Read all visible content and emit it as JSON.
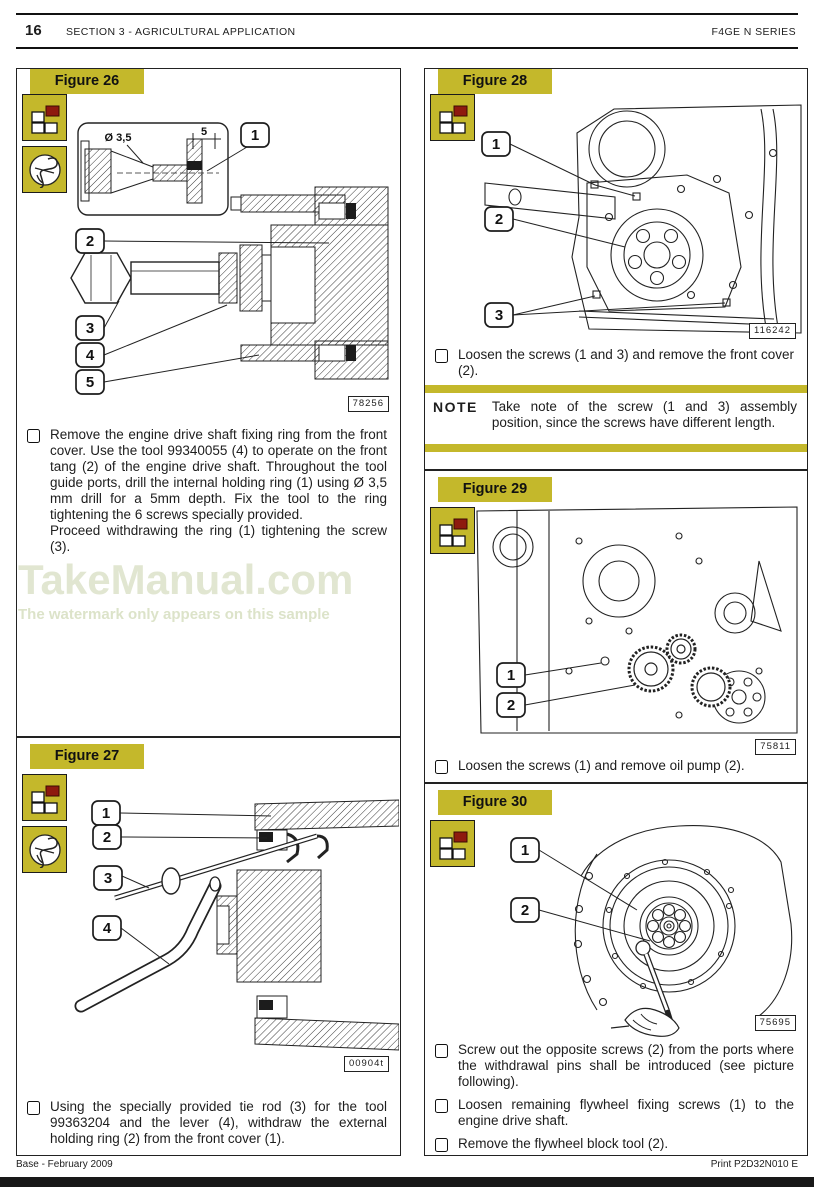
{
  "header": {
    "page_number": "16",
    "section_title": "SECTION 3 - AGRICULTURAL APPLICATION",
    "series_title": "F4GE N SERIES"
  },
  "watermark": {
    "title": "TakeManual.com",
    "subtitle": "The watermark only appears on this sample"
  },
  "fig26": {
    "tab": "Figure 26",
    "code": "78256",
    "dim1": "Ø 3,5",
    "dim2": "5",
    "c1": "1",
    "c2": "2",
    "c3": "3",
    "c4": "4",
    "c5": "5",
    "p1": "Remove the engine drive shaft fixing ring from the front cover. Use the tool 99340055 (4) to operate on the front tang (2) of the engine drive shaft. Throughout the tool guide ports, drill the internal holding ring (1) using Ø 3,5 mm drill for a 5mm depth. Fix the tool to the ring tightening the 6 screws specially provided.",
    "p2": "Proceed withdrawing the ring (1) tightening the screw (3)."
  },
  "fig27": {
    "tab": "Figure 27",
    "code": "00904t",
    "c1": "1",
    "c2": "2",
    "c3": "3",
    "c4": "4",
    "p1": "Using the specially provided tie rod (3) for the tool 99363204 and the lever (4), withdraw the external holding ring (2) from the front cover (1)."
  },
  "fig28": {
    "tab": "Figure 28",
    "code": "116242",
    "c1": "1",
    "c2": "2",
    "c3": "3",
    "p1": "Loosen the screws (1 and 3) and remove the front cover (2)."
  },
  "note": {
    "label": "NOTE",
    "text": "Take note of the screw (1 and 3) assembly position, since the screws have different length."
  },
  "fig29": {
    "tab": "Figure 29",
    "code": "75811",
    "c1": "1",
    "c2": "2",
    "p1": "Loosen the screws (1) and remove oil pump (2)."
  },
  "fig30": {
    "tab": "Figure 30",
    "code": "75695",
    "c1": "1",
    "c2": "2",
    "items": [
      "Screw out the opposite screws (2) from the ports where the withdrawal pins shall be introduced (see picture following).",
      "Loosen remaining flywheel fixing screws (1) to the engine drive shaft.",
      "Remove the flywheel block tool (2)."
    ]
  },
  "footer": {
    "left": "Base - February 2009",
    "right": "Print P2D32N010 E"
  }
}
